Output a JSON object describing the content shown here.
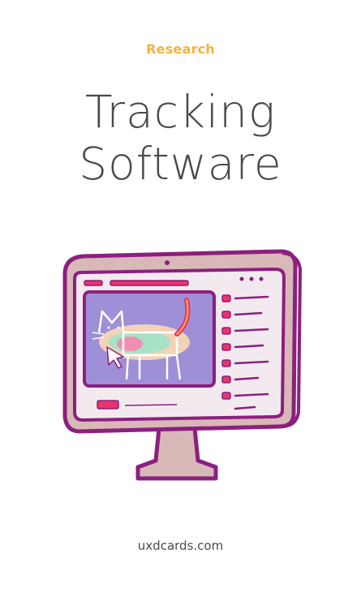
{
  "card": {
    "category": "Research",
    "title_line1": "Tracking",
    "title_line2": "Software",
    "footer": "uxdcards.com"
  },
  "illustration": {
    "icon": "monitor-heatmap-cat-icon",
    "colors": {
      "outline": "#8c1f7f",
      "frame": "#d9b8b8",
      "screen": "#f3eaf0",
      "accent": "#e8336b",
      "viewport": "#9e8fd6"
    }
  }
}
